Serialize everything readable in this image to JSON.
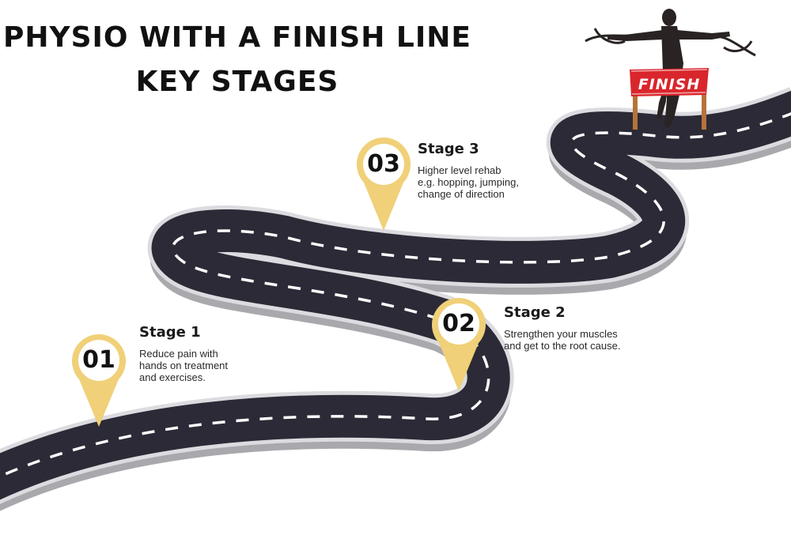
{
  "title": {
    "line1": "PHYSIO WITH A FINISH LINE",
    "line2": "KEY STAGES"
  },
  "finish_banner": "FINISH",
  "stages": [
    {
      "number": "01",
      "heading": "Stage 1",
      "description": "Reduce pain with hands on treatment and exercises."
    },
    {
      "number": "02",
      "heading": "Stage 2",
      "description": "Strengthen your muscles and get to the root cause."
    },
    {
      "number": "03",
      "heading": "Stage 3",
      "description": "Higher level rehab e.g. hopping, jumping, change of direction"
    }
  ],
  "colors": {
    "road": "#2b2a36",
    "road_edge": "#dcdce0",
    "road_side": "#a9a9ad",
    "pin": "#f0d078",
    "pin_inner": "#ffffff",
    "banner": "#d9262c",
    "silhouette": "#2a2323",
    "post": "#b5733a"
  }
}
